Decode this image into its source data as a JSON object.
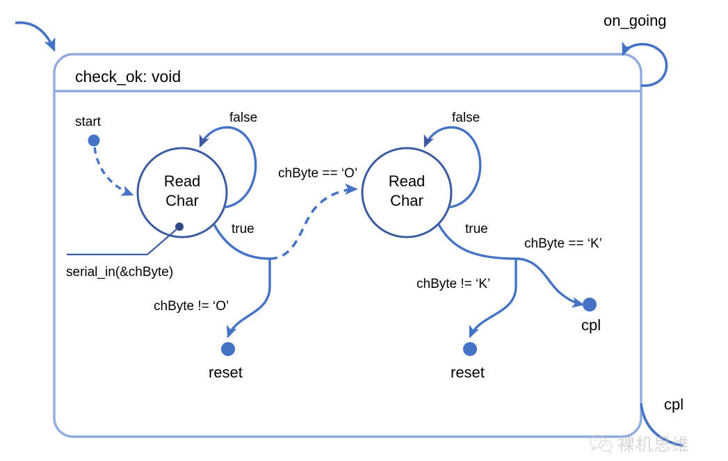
{
  "diagram": {
    "type": "uml-state-machine",
    "title": "check_ok: void",
    "colors": {
      "box_border": "#8faadc",
      "state_stroke": "#3b5aa0",
      "transition": "#4472c4",
      "terminal_dot": "#4472c4",
      "text": "#000000",
      "background": "#ffffff",
      "watermark": "#b9b9b9"
    },
    "outer_box": {
      "label": "check_ok: void",
      "self_loop_label": "on_going",
      "exit_label": "cpl"
    },
    "states": [
      {
        "id": "read-char-1",
        "line1": "Read",
        "line2": "Char",
        "self_loop_label": "false",
        "exit_label": "true",
        "callout": "serial_in(&chByte)"
      },
      {
        "id": "read-char-2",
        "line1": "Read",
        "line2": "Char",
        "self_loop_label": "false",
        "exit_label": "true",
        "callout": null
      }
    ],
    "pseudostates": [
      {
        "id": "start",
        "label": "start",
        "kind": "initial"
      },
      {
        "id": "reset-1",
        "label": "reset",
        "kind": "terminal"
      },
      {
        "id": "reset-2",
        "label": "reset",
        "kind": "terminal"
      },
      {
        "id": "cpl-1",
        "label": "cpl",
        "kind": "terminal"
      }
    ],
    "transitions": [
      {
        "id": "t-start",
        "from": "start",
        "to": "read-char-1",
        "label": "",
        "style": "dashed"
      },
      {
        "id": "t-loop-1",
        "from": "read-char-1",
        "to": "read-char-1",
        "label": "false",
        "style": "solid"
      },
      {
        "id": "t-true-1",
        "from": "read-char-1",
        "to": "junction-1",
        "label": "true",
        "style": "solid"
      },
      {
        "id": "t-eq-o",
        "from": "junction-1",
        "to": "read-char-2",
        "label": "chByte == ‘O’",
        "style": "dashed"
      },
      {
        "id": "t-ne-o",
        "from": "junction-1",
        "to": "reset-1",
        "label": "chByte != ‘O’",
        "style": "solid"
      },
      {
        "id": "t-loop-2",
        "from": "read-char-2",
        "to": "read-char-2",
        "label": "false",
        "style": "solid"
      },
      {
        "id": "t-true-2",
        "from": "read-char-2",
        "to": "junction-2",
        "label": "true",
        "style": "solid"
      },
      {
        "id": "t-eq-k",
        "from": "junction-2",
        "to": "cpl-1",
        "label": "chByte == ‘K’",
        "style": "solid"
      },
      {
        "id": "t-ne-k",
        "from": "junction-2",
        "to": "reset-2",
        "label": "chByte != ‘K’",
        "style": "solid"
      },
      {
        "id": "t-on-going",
        "from": "outer-box",
        "to": "outer-box",
        "label": "on_going",
        "style": "solid"
      },
      {
        "id": "t-cpl-exit",
        "from": "outer-box",
        "to": "external",
        "label": "cpl",
        "style": "solid"
      }
    ],
    "labels": {
      "on_going": "on_going",
      "check_ok": "check_ok: void",
      "start": "start",
      "false_1": "false",
      "false_2": "false",
      "true_1": "true",
      "true_2": "true",
      "eq_o": "chByte == ‘O’",
      "ne_o": "chByte != ‘O’",
      "eq_k": "chByte == ‘K’",
      "ne_k": "chByte != ‘K’",
      "serial_in": "serial_in(&chByte)",
      "reset_1": "reset",
      "reset_2": "reset",
      "cpl_inner": "cpl",
      "cpl_outer": "cpl",
      "state_1_line1": "Read",
      "state_1_line2": "Char",
      "state_2_line1": "Read",
      "state_2_line2": "Char"
    },
    "watermark": {
      "text": "裸机思维",
      "icon": "wechat-icon"
    }
  }
}
